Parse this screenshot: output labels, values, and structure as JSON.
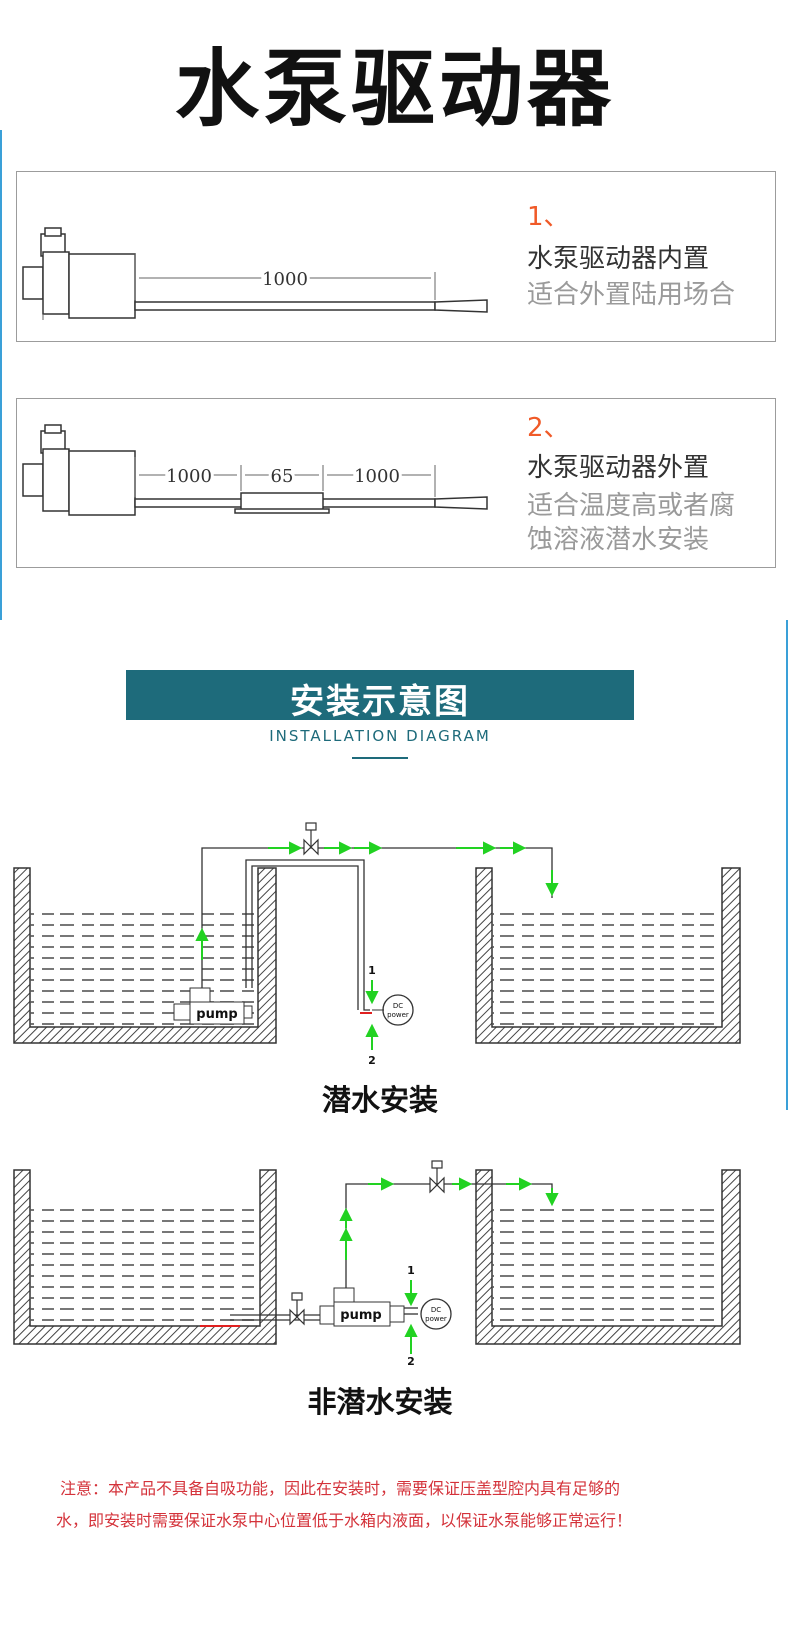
{
  "header": {
    "title": "水泵驱动器"
  },
  "options": [
    {
      "number": "1、",
      "title": "水泵驱动器内置",
      "desc": "适合外置陆用场合",
      "dims": [
        "1000"
      ]
    },
    {
      "number": "2、",
      "title": "水泵驱动器外置",
      "desc": "适合温度高或者腐\n蚀溶液潜水安装",
      "dims": [
        "1000",
        "65",
        "1000"
      ]
    }
  ],
  "section": {
    "title": "安装示意图",
    "subtitle": "INSTALLATION DIAGRAM"
  },
  "diagram_labels": {
    "pump": "pump",
    "dc": "DC",
    "power": "power",
    "in1": "1",
    "in2": "2"
  },
  "captions": {
    "submersible": "潜水安装",
    "non_submersible": "非潜水安装"
  },
  "note": {
    "line1": "注意：本产品不具备自吸功能，因此在安装时，需要保证压盖型腔内具有足够的",
    "line2": "水，即安装时需要保证水泵中心位置低于水箱内液面，以保证水泵能够正常运行！"
  },
  "colors": {
    "accent": "#f05a28",
    "banner": "#1e6b7b",
    "flow": "#22d222",
    "note": "#d4323a"
  }
}
